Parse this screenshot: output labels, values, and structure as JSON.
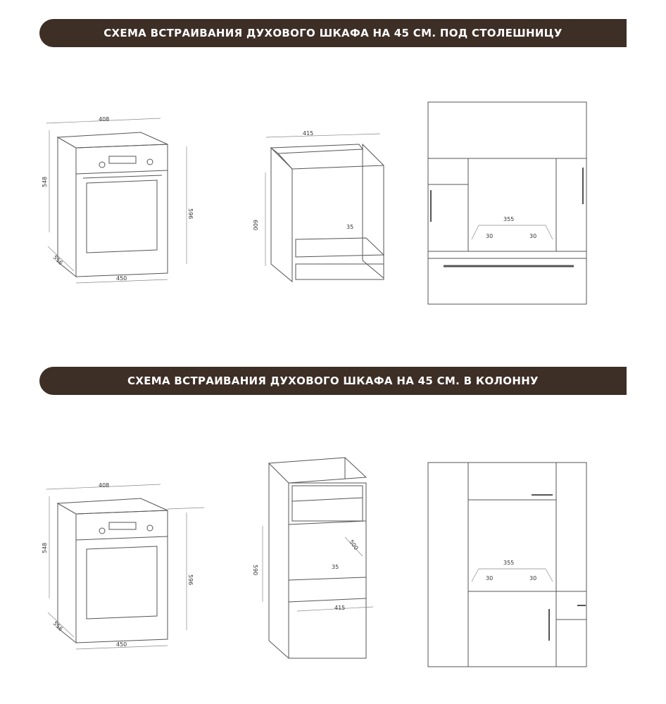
{
  "sections": [
    {
      "title": "СХЕМА ВСТРАИВАНИЯ ДУХОВОГО ШКАФА НА 45 СМ. ПОД СТОЛЕШНИЦУ",
      "oven": {
        "top_width": "408",
        "side_height": "548",
        "depth": "556",
        "front_height": "596",
        "bottom_width": "450"
      },
      "cabinet": {
        "width": "415",
        "height": "600",
        "gap": "35"
      },
      "front": {
        "width": "355",
        "left_offset": "30",
        "right_offset": "30"
      }
    },
    {
      "title": "СХЕМА ВСТРАИВАНИЯ ДУХОВОГО ШКАФА НА 45 СМ. В КОЛОННУ",
      "oven": {
        "top_width": "408",
        "side_height": "548",
        "depth": "556",
        "front_height": "596",
        "bottom_width": "450"
      },
      "cabinet": {
        "width": "415",
        "height": "590",
        "depth": "500",
        "gap": "35"
      },
      "front": {
        "width": "355",
        "left_offset": "30",
        "right_offset": "30"
      }
    }
  ]
}
